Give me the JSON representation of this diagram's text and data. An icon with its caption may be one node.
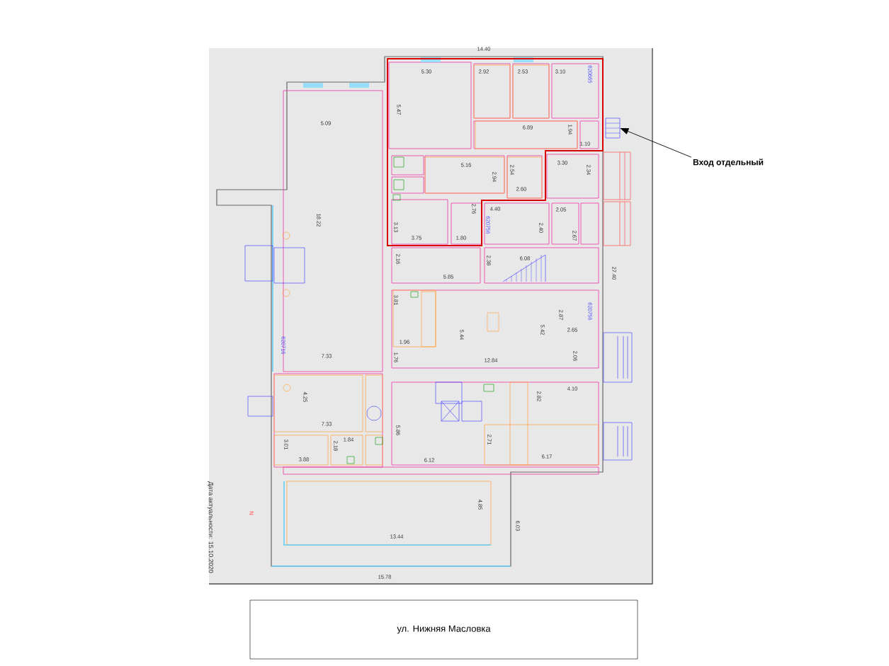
{
  "diagram": {
    "nodes": [
      {
        "text": [
          "Вход отдельный"
        ]
      },
      {
        "text": [],
        "shape": "box"
      },
      {
        "text": [
          "ул. Нижняя Масловка"
        ]
      }
    ],
    "edges": [
      {
        "from": 0,
        "to": 1,
        "arrow": "to"
      }
    ],
    "labels": [
      "14.40",
      "5.30",
      "5.47",
      "2.92",
      "2.53",
      "3.10",
      "620665",
      "6.89",
      "1.94",
      "1.10",
      "5.09",
      "5.16",
      "2.94",
      "2.54",
      "2.60",
      "3.30",
      "2.34",
      "18.22",
      "3.13",
      "3.75",
      "2.76",
      "1.80",
      "620756",
      "4.40",
      "2.40",
      "2.05",
      "2.67",
      "2.16",
      "5.85",
      "2.38",
      "6.08",
      "27.40",
      "3.81",
      "1.96",
      "5.44",
      "5.42",
      "620756",
      "2.87",
      "2.65",
      "1.76",
      "12.84",
      "2.06",
      "620716",
      "7.33",
      "4.25",
      "7.33",
      "2.82",
      "4.10",
      "5.86",
      "6.12",
      "2.71",
      "6.17",
      "3.01",
      "1.84",
      "2.18",
      "3.88",
      "4.85",
      "6.03",
      "13.44",
      "15.78",
      "N",
      "Дата актуальности: 15.10.2020"
    ]
  }
}
